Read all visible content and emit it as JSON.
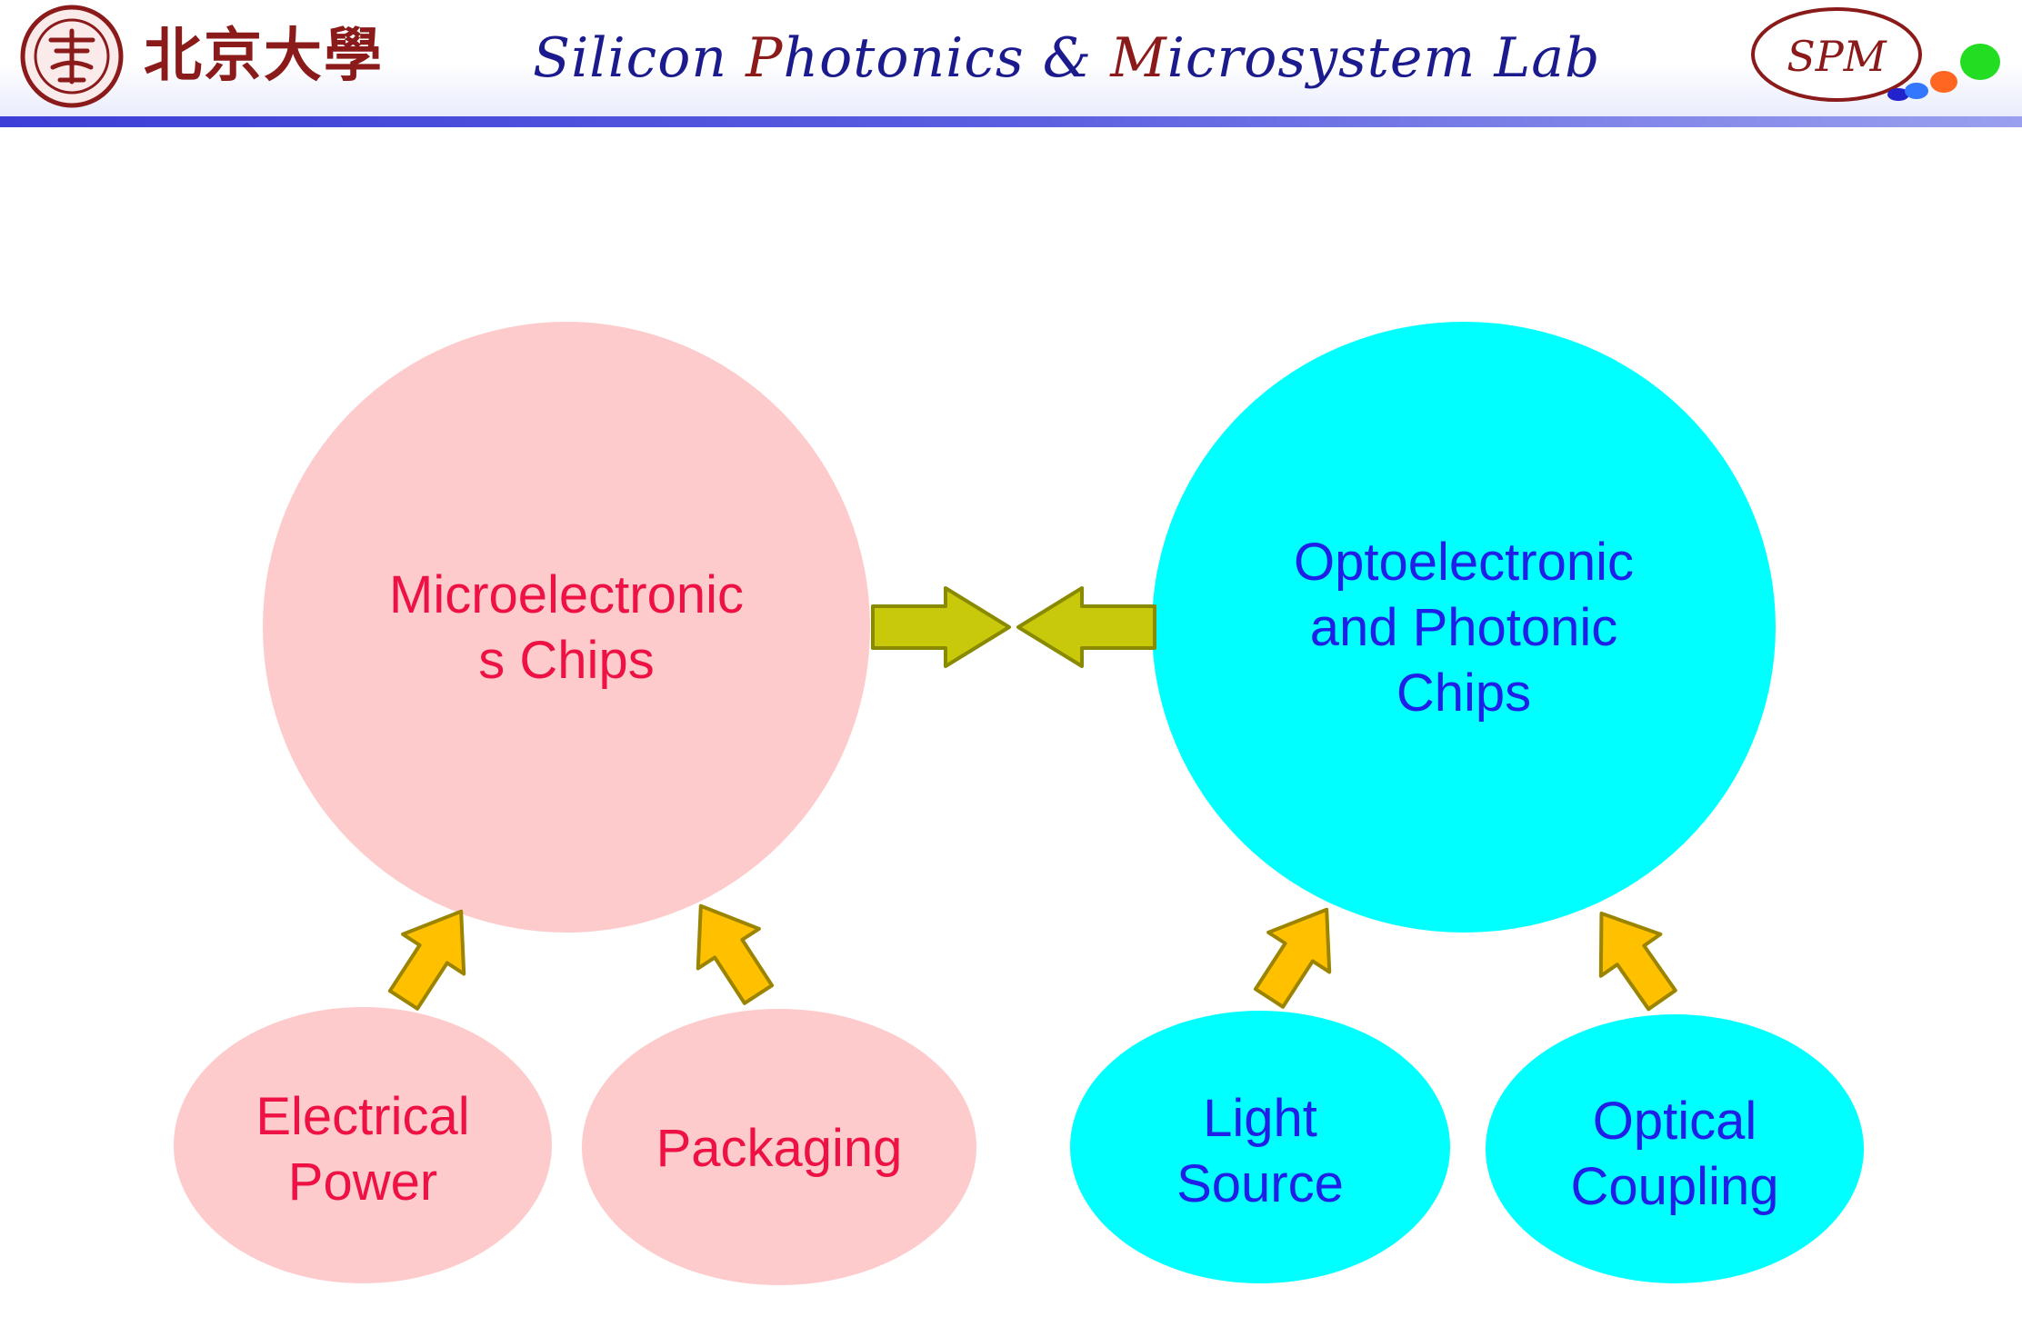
{
  "header": {
    "university_name": "北京大學",
    "lab_title_parts": [
      {
        "text": "Silicon ",
        "tone": "dark"
      },
      {
        "text": "P",
        "tone": "red"
      },
      {
        "text": "hotonics & ",
        "tone": "dark"
      },
      {
        "text": "M",
        "tone": "red"
      },
      {
        "text": "icrosystem Lab",
        "tone": "dark"
      }
    ],
    "logo_text": "SPM",
    "seal_icon": "peking-university-seal-icon",
    "logo_icon": "spm-logo-icon"
  },
  "colors": {
    "electronics_fill": "#fdcbcb",
    "electronics_text": "#ee1144",
    "photonics_fill": "#00ffff",
    "photonics_text": "#1f1fe8",
    "connector_arrow_fill": "#c9c90c",
    "connector_arrow_stroke": "#8a8a00",
    "input_arrow_fill": "#ffc000",
    "input_arrow_stroke": "#9a8400",
    "header_accent": "#8b1a1a",
    "header_text": "#1b1b8e"
  },
  "nodes": {
    "microelectronics": {
      "label": "Microelectronic\ns Chips"
    },
    "photonics": {
      "label": "Optoelectronic\nand Photonic\nChips"
    },
    "electrical_power": {
      "label": "Electrical\nPower"
    },
    "packaging": {
      "label": "Packaging"
    },
    "light_source": {
      "label": "Light\nSource"
    },
    "optical_coupling": {
      "label": "Optical\nCoupling"
    }
  }
}
